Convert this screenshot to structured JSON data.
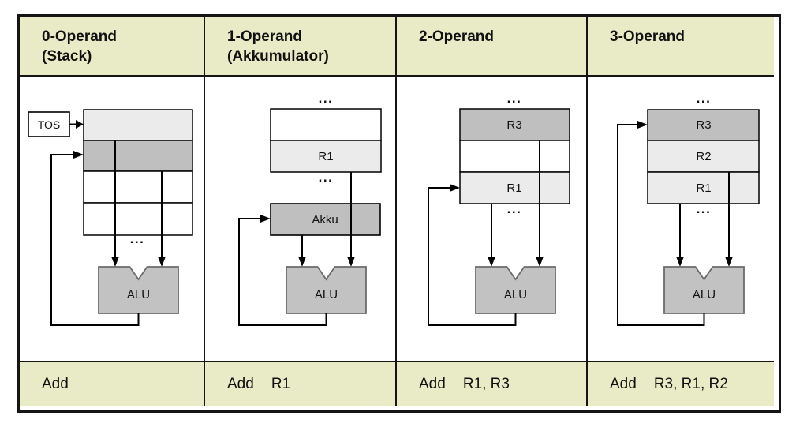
{
  "colors": {
    "band_bg": "#e9eac6",
    "cell_light": "#ebebeb",
    "cell_dark": "#bfbfbf",
    "cell_white": "#ffffff",
    "alu_fill": "#c2c2c2",
    "alu_border": "#6b6b6b",
    "line": "#000000"
  },
  "labels": {
    "alu": "ALU",
    "ellipsis": "..."
  },
  "columns": [
    {
      "header_line1": "0-Operand",
      "header_line2": "(Stack)",
      "tos_label": "TOS",
      "ellipsis_bottom": "...",
      "alu_label": "ALU",
      "instruction_mnemonic": "Add",
      "instruction_operands": ""
    },
    {
      "header_line1": "1-Operand",
      "header_line2": "(Akkumulator)",
      "ellipsis_top": "...",
      "register_labels": [
        "",
        "R1"
      ],
      "ellipsis_mid": "...",
      "akku_label": "Akku",
      "alu_label": "ALU",
      "instruction_mnemonic": "Add",
      "instruction_operands": "R1"
    },
    {
      "header_line1": "2-Operand",
      "header_line2": "",
      "ellipsis_top": "...",
      "register_labels": [
        "R3",
        "",
        "R1"
      ],
      "ellipsis_mid": "...",
      "alu_label": "ALU",
      "instruction_mnemonic": "Add",
      "instruction_operands": "R1, R3"
    },
    {
      "header_line1": "3-Operand",
      "header_line2": "",
      "ellipsis_top": "...",
      "register_labels": [
        "R3",
        "R2",
        "R1"
      ],
      "ellipsis_mid": "...",
      "alu_label": "ALU",
      "instruction_mnemonic": "Add",
      "instruction_operands": "R3, R1, R2"
    }
  ]
}
